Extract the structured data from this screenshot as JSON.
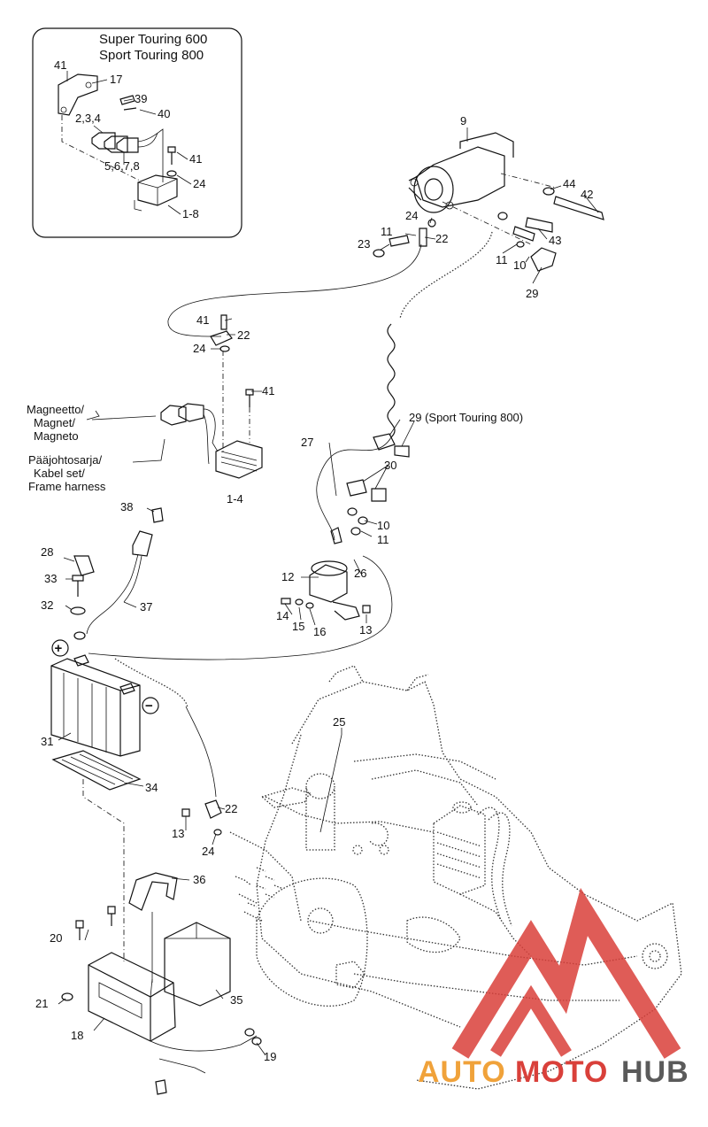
{
  "inset": {
    "title_line1": "Super Touring 600",
    "title_line2": "Sport Touring 800",
    "callouts": [
      "41",
      "17",
      "39",
      "40",
      "2,3,4",
      "41",
      "5,6,7,8",
      "24",
      "1-8"
    ]
  },
  "callouts": {
    "starter": "9",
    "c44": "44",
    "c42": "42",
    "c43": "43",
    "c24a": "24",
    "c11a": "11",
    "c22a": "22",
    "c23": "23",
    "c11b": "11",
    "c10a": "10",
    "c29": "29",
    "c41a": "41",
    "c22b": "22",
    "c24b": "24",
    "c41b": "41",
    "c29b": "29 (Sport Touring 800)",
    "c27": "27",
    "c30": "30",
    "c10b": "10",
    "c11c": "11",
    "c14": "1-4",
    "c38": "38",
    "c28": "28",
    "c33": "33",
    "c32": "32",
    "c37": "37",
    "c12": "12",
    "c26": "26",
    "c14b": "14",
    "c15": "15",
    "c16": "16",
    "c13a": "13",
    "c31": "31",
    "c34": "34",
    "c25": "25",
    "c22c": "22",
    "c13b": "13",
    "c24c": "24",
    "c36": "36",
    "c20": "20",
    "c21": "21",
    "c18": "18",
    "c35": "35",
    "c19": "19"
  },
  "notes": {
    "magneto": [
      "Magneetto/",
      "Magnet/",
      "Magneto"
    ],
    "harness": [
      "Pääjohtosarja/",
      "Kabel set/",
      "Frame harness"
    ]
  },
  "symbols": {
    "plus": "+",
    "minus": "−"
  },
  "watermark": {
    "part1": "AUTO",
    "part2": "MOTO",
    "part3": "HUB",
    "color_red": "#d9403a",
    "color_orange": "#f0a23a",
    "color_gray": "#5a5a5a"
  }
}
